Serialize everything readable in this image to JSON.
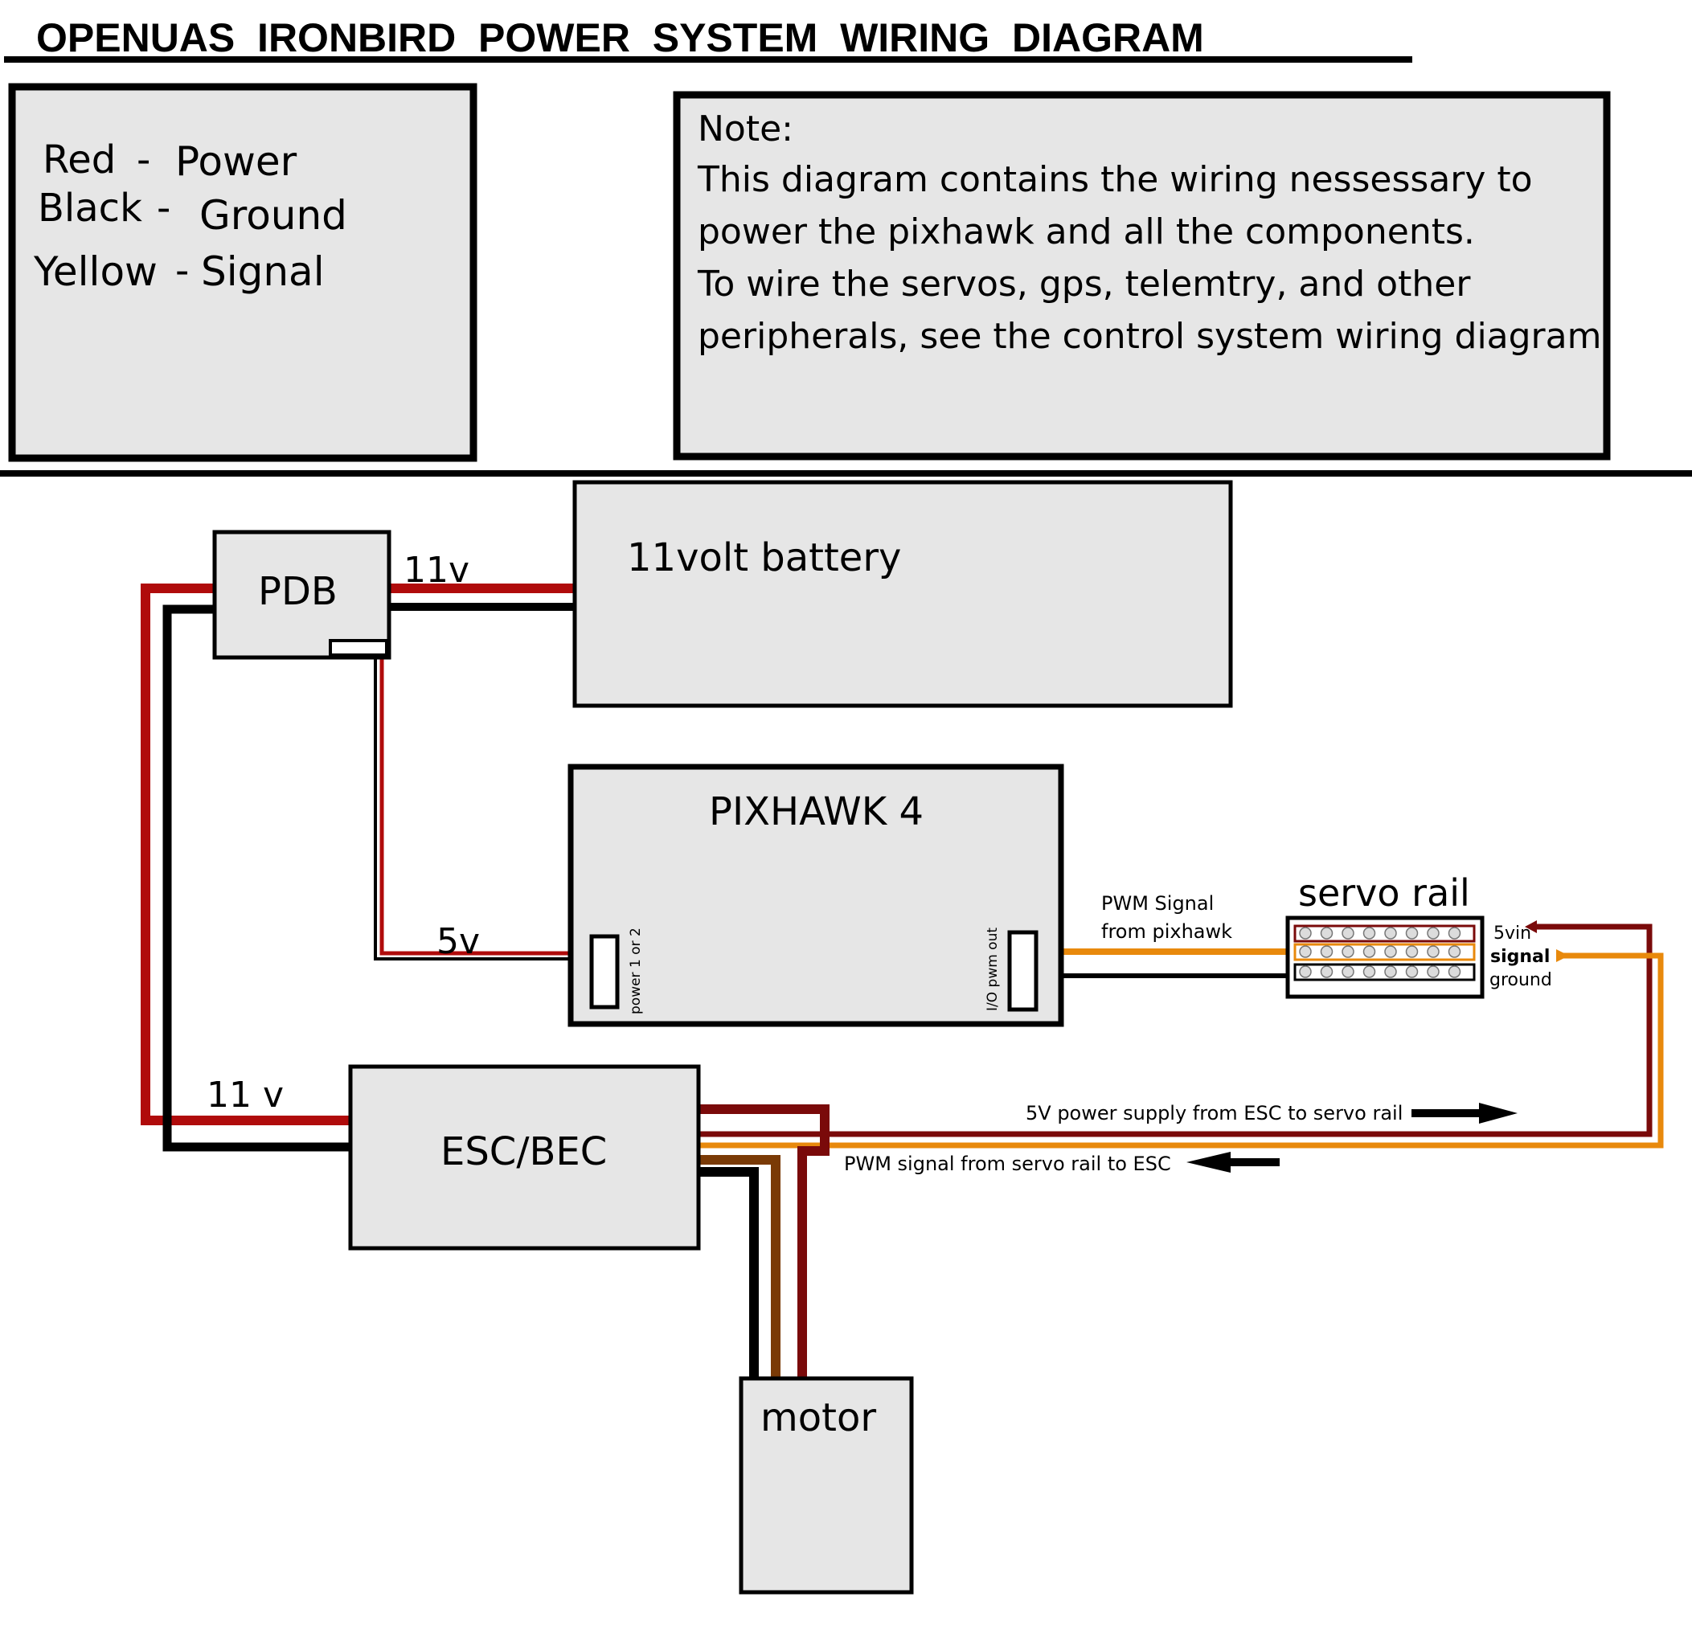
{
  "title": "OPENUAS  IRONBIRD  POWER  SYSTEM  WIRING  DIAGRAM",
  "legend": {
    "items": [
      {
        "color_name": "Red",
        "dash": "-",
        "meaning": "Power",
        "color": "#ff1a1a"
      },
      {
        "color_name": "Black",
        "dash": "-",
        "meaning": "Ground",
        "color": "#000000"
      },
      {
        "color_name": "Yellow",
        "dash": "-",
        "meaning": "Signal",
        "color": "#e8890c"
      }
    ]
  },
  "note": {
    "lines": [
      "Note:",
      "This diagram contains the wiring nessessary to",
      "power the pixhawk and all the components.",
      "To wire the servos, gps, telemtry, and other",
      "peripherals, see the control system wiring diagram."
    ]
  },
  "components": {
    "pdb": "PDB",
    "battery": "11volt battery",
    "pixhawk": "PIXHAWK 4",
    "pixhawk_power_port": "power 1 or 2",
    "pixhawk_io_port": "I/O pwm out",
    "servo_rail": "servo rail",
    "esc": "ESC/BEC",
    "motor": "motor"
  },
  "wire_labels": {
    "pdb_battery": "11v",
    "pdb_esc": "11 v",
    "pdb_pixhawk": "5v",
    "pwm_from_pixhawk_1": "PWM Signal",
    "pwm_from_pixhawk_2": "from pixhawk",
    "servo_5vin": "5vin",
    "servo_signal": "signal",
    "servo_ground": "ground",
    "esc_to_rail": "5V power supply from ESC to servo rail",
    "rail_to_esc": "PWM signal from servo rail to ESC"
  },
  "colors": {
    "power": "#b00b0b",
    "dark_power": "#7a0a0a",
    "signal": "#e8890c",
    "ground": "#000000",
    "brown": "#7a3a06",
    "box_fill": "#e6e6e6"
  }
}
